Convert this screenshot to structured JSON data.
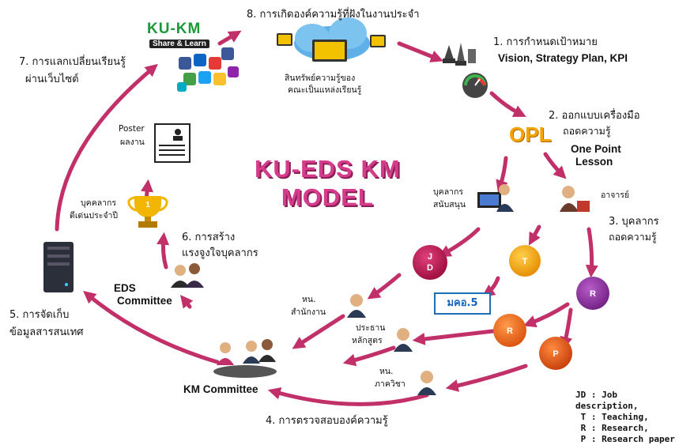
{
  "title": {
    "line1": "KU-EDS KM",
    "line2": "MODEL"
  },
  "steps": {
    "s1_l1": "1. การกำหนดเป้าหมาย",
    "s1_l2": "Vision, Strategy Plan, KPI",
    "s2_l1": "2. ออกแบบเครื่องมือ",
    "s2_l2": "ถอดความรู้",
    "s2_l3": "One Point",
    "s2_l4": "Lesson",
    "s3_l1": "3. บุคลากร",
    "s3_l2": "ถอดความรู้",
    "s4": "4. การตรวจสอบองค์ความรู้",
    "s5_l1": "5. การจัดเก็บ",
    "s5_l2": "ข้อมูลสารสนเทศ",
    "s6_l1": "6. การสร้าง",
    "s6_l2": "แรงจูงใจบุคลากร",
    "s7_l1": "7. การแลกเปลี่ยนเรียนรู้",
    "s7_l2": "ผ่านเว็บไซต์",
    "s8": "8. การเกิดองค์ความรู้ที่ฝังในงานประจำ"
  },
  "labels": {
    "cloud_l1": "สินทรัพย์ความรู้ของ",
    "cloud_l2": "คณะเป็นแหล่งเรียนรู้",
    "poster_l1": "Poster",
    "poster_l2": "ผลงาน",
    "trophy_l1": "บุคคลากร",
    "trophy_l2": "ดีเด่นประจำปี",
    "support_l1": "บุคลากร",
    "support_l2": "สนับสนุน",
    "teacher": "อาจารย์",
    "office_l1": "หน.",
    "office_l2": "สำนักงาน",
    "chair_l1": "ประธาน",
    "chair_l2": "หลักสูตร",
    "dept_l1": "หน.",
    "dept_l2": "ภาควิชา",
    "eds_l1": "EDS",
    "eds_l2": "Committee",
    "km": "KM Committee",
    "mkor": "มคอ.5",
    "opl": "OPL",
    "kukm": "KU-KM",
    "kukm_sub": "Share & Learn"
  },
  "circles": {
    "jd_l1": "J",
    "jd_l2": "D",
    "t": "T",
    "r1": "R",
    "r2": "R",
    "p": "P"
  },
  "legend": {
    "l1": "JD : Job description,",
    "l2": " T : Teaching,",
    "l3": " R : Research,",
    "l4": " P : Research paper"
  },
  "colors": {
    "arrow": "#c2306a",
    "title": "#d63c8c",
    "jd": "#b8124a",
    "t": "#f5a300",
    "r1": "#8e2c9e",
    "r2": "#f06a1a",
    "p": "#e0501a",
    "mkor_border": "#1e6fb5"
  }
}
